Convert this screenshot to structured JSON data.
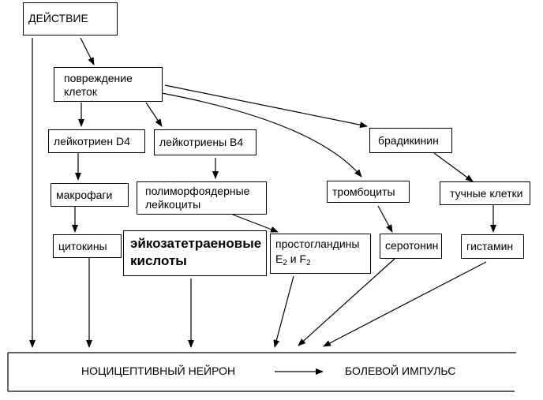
{
  "diagram": {
    "action": "ДЕЙСТВИЕ",
    "cell_damage": "повреждение клеток",
    "leukotriene_d4_label": "лейкотриен",
    "leukotriene_d4_sub": "D4",
    "leukotrienes_b4_label": "лейкотриены",
    "leukotrienes_b4_sub": "B4",
    "bradykinin": "брадикинин",
    "macrophages": "макрофаги",
    "polymorphonuclear": "полиморфоядерные лейкоциты",
    "platelets": "тромбоциты",
    "mast_cells": "тучные клетки",
    "cytokines": "цитокины",
    "eicosatetraenoic": "эйкозатетраеновые кислоты",
    "prostaglandins_line1": "простогландины",
    "prostaglandins_e": "E",
    "prostaglandins_e_sub": "2",
    "prostaglandins_and": "и",
    "prostaglandins_f": "F",
    "prostaglandins_f_sub": "2",
    "serotonin": "серотонин",
    "histamine": "гистамин",
    "nociceptive_neuron": "НОЦИЦЕПТИВНЫЙ НЕЙРОН",
    "pain_impulse": "БОЛЕВОЙ ИМПУЛЬС"
  }
}
